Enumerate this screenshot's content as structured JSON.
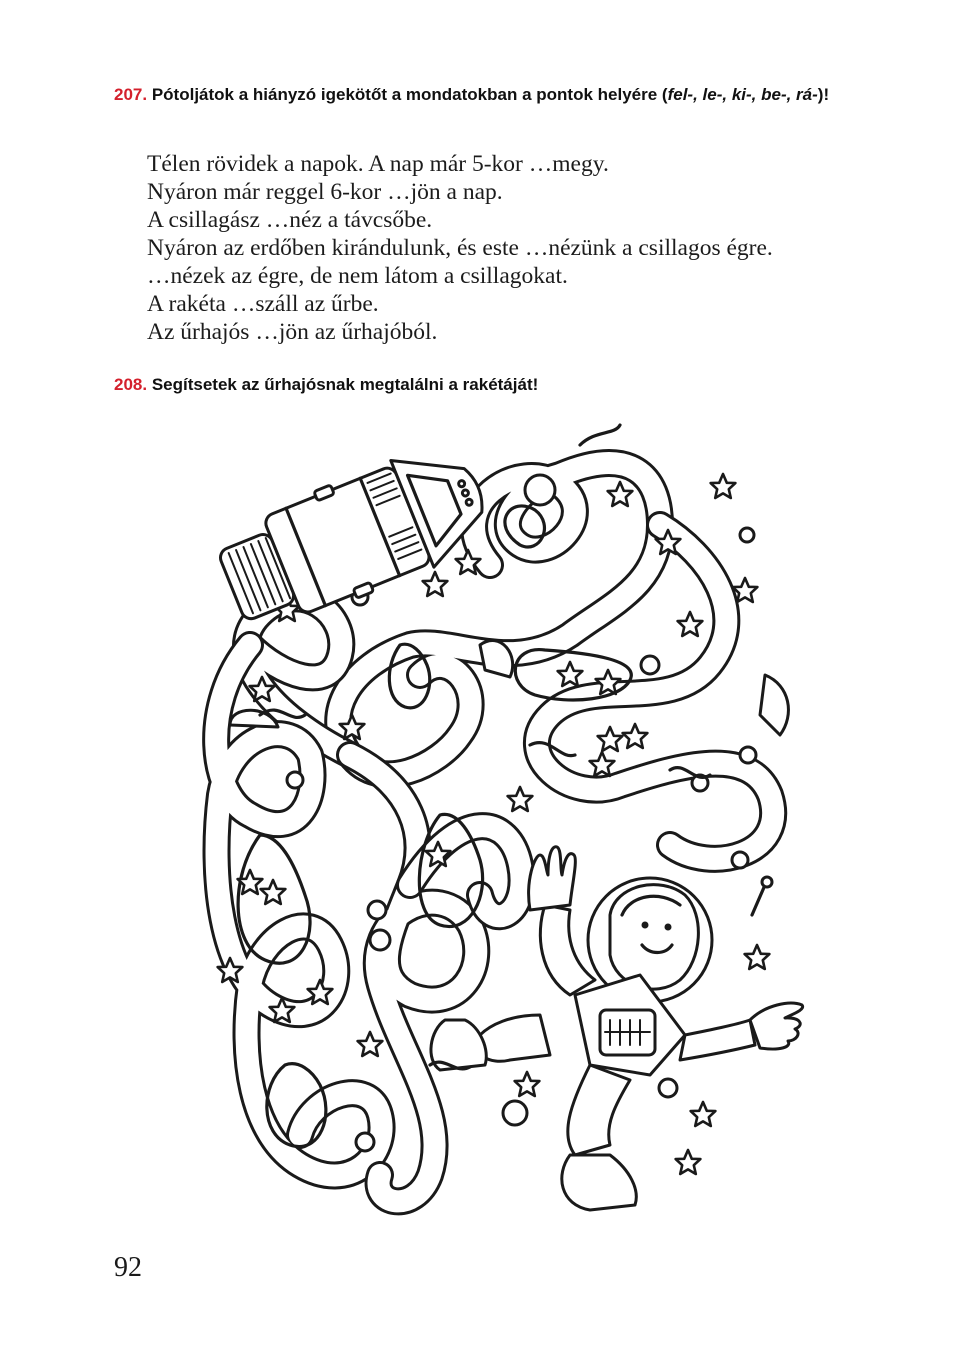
{
  "exercise_207": {
    "number": "207.",
    "instruction": "Pótoljátok a hiányzó igekötőt a mondatokban a pontok helyére",
    "options_open": "(",
    "options": "fel-, le-, ki-, be-, rá-",
    "options_close": ")!",
    "sentences": [
      "Télen rövidek a napok. A nap már 5-kor …megy.",
      "Nyáron már reggel 6-kor …jön a nap.",
      "A csillagász …néz a távcsőbe.",
      "Nyáron az erdőben kirándulunk, és este …nézünk a csillagos égre.",
      "…nézek az égre, de nem látom a csillagokat.",
      "A rakéta …száll az űrbe.",
      "Az űrhajós …jön az űrhajóból."
    ]
  },
  "exercise_208": {
    "number": "208.",
    "instruction": "Segítsetek az űrhajósnak megtalálni a rakétáját!"
  },
  "illustration": {
    "items": [
      "space-capsule-icon",
      "astronaut-icon",
      "maze-path",
      "star-icon",
      "planet-icon"
    ]
  },
  "page_number": "92",
  "colors": {
    "exercise_number": "#d4202c",
    "text": "#111111",
    "line_art": "#1a1a1a"
  }
}
